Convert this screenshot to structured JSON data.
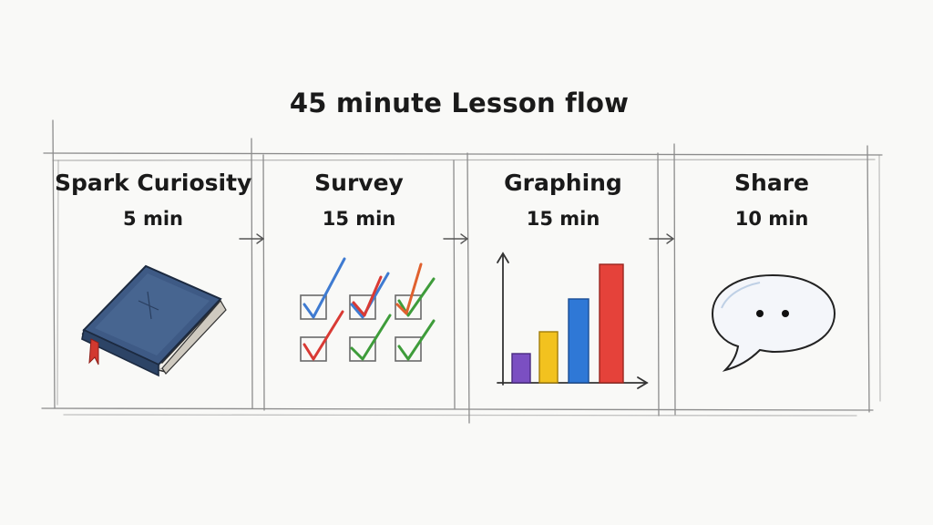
{
  "title": "45 minute Lesson flow",
  "steps": [
    {
      "name": "Spark Curiosity",
      "duration": "5 min",
      "icon": "book-icon"
    },
    {
      "name": "Survey",
      "duration": "15 min",
      "icon": "checkbox-grid-icon"
    },
    {
      "name": "Graphing",
      "duration": "15 min",
      "icon": "bar-chart-icon"
    },
    {
      "name": "Share",
      "duration": "10 min",
      "icon": "speech-bubble-icon"
    }
  ],
  "colors": {
    "ink": "#1a1a1a",
    "pencil": "#8a8a8a",
    "book": "#3e5a85",
    "check_red": "#d93a34",
    "check_green": "#3e9c3a",
    "check_blue": "#3f7bd1",
    "bar_purple": "#7b4fc2",
    "bar_yellow": "#f2c21f",
    "bar_blue": "#2f78d6",
    "bar_red": "#e5423a"
  }
}
